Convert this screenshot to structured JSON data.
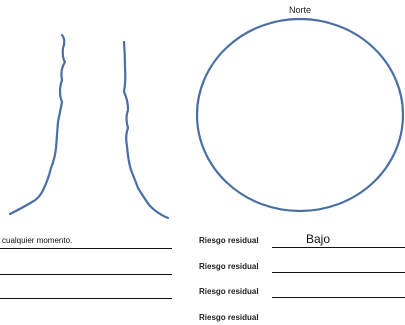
{
  "compass": {
    "north_label": "Norte"
  },
  "notes": {
    "left_line_text": "cualquier momento."
  },
  "risk": {
    "rows": [
      {
        "label": "Riesgo residual",
        "value": "Bajo"
      },
      {
        "label": "Riesgo residual",
        "value": ""
      },
      {
        "label": "Riesgo residual",
        "value": ""
      },
      {
        "label": "Riesgo residual",
        "value": ""
      }
    ]
  },
  "colors": {
    "sketch_stroke": "#4a6fa5",
    "line": "#111111"
  }
}
